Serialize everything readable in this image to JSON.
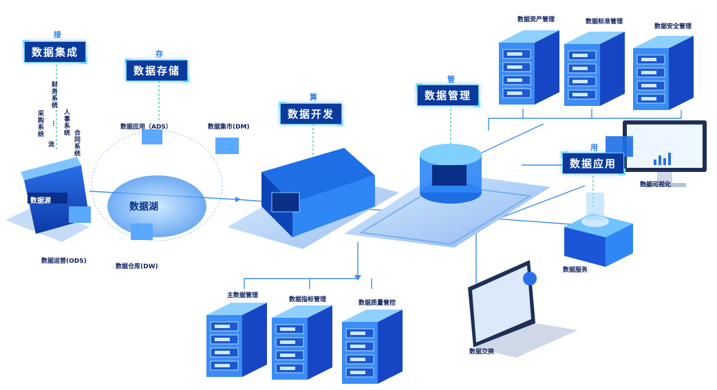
{
  "stages": {
    "integrate": {
      "char": "接",
      "label": "数据集成"
    },
    "store": {
      "char": "存",
      "label": "数据存储"
    },
    "develop": {
      "char": "算",
      "label": "数据开发"
    },
    "manage": {
      "char": "管",
      "label": "数据管理"
    },
    "apply": {
      "char": "用",
      "label": "数据应用"
    }
  },
  "source_systems": [
    "采购系统",
    "财务系统",
    "人事系统",
    "流",
    "合同系统",
    "…"
  ],
  "source_box_label": "数据源",
  "lake": {
    "label": "数据湖",
    "ads": "数据应用（ADS）",
    "dm": "数据集市(DM)",
    "ods": "数据运营(ODS)",
    "dw": "数据仓库(DW)"
  },
  "top_servers": [
    "数据资产管理",
    "数据标准管理",
    "数据安全管理"
  ],
  "bottom_servers": [
    "主数据管理",
    "数据指标管理",
    "数据质量管控"
  ],
  "apps": {
    "visual": "数据可视化",
    "service": "数据服务",
    "exchange": "数据交换"
  },
  "colors": {
    "primary": "#1e6fe6",
    "dark": "#0a3a9c",
    "light": "#7fd0ff"
  }
}
